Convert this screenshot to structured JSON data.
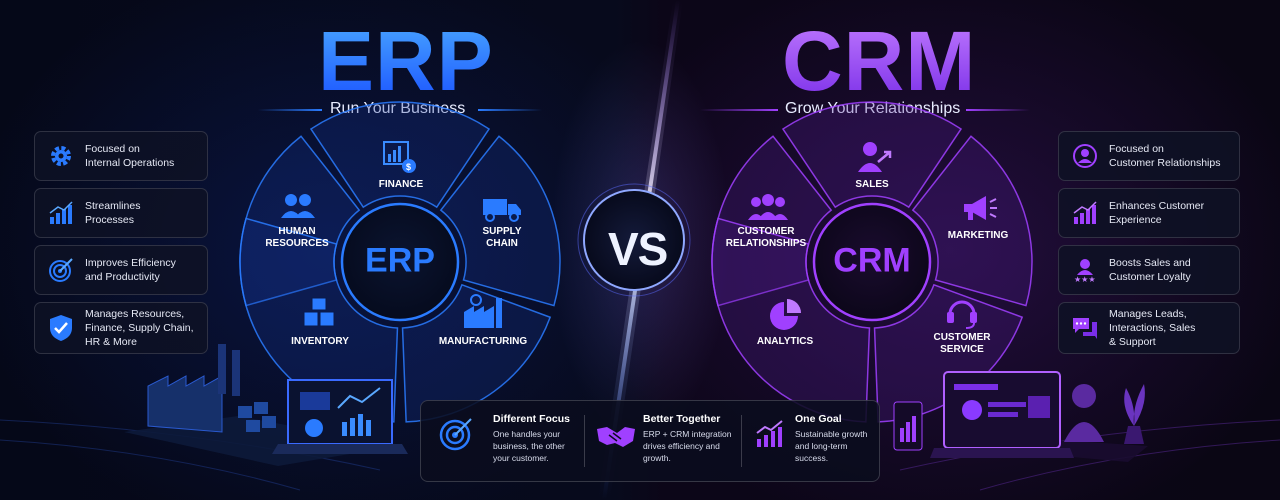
{
  "erp": {
    "title": "ERP",
    "subtitle": "Run Your Business",
    "hub": "ERP",
    "segments": [
      "FINANCE",
      "HUMAN\nRESOURCES",
      "SUPPLY\nCHAIN",
      "INVENTORY",
      "MANUFACTURING"
    ],
    "cards": [
      {
        "icon": "gear-icon",
        "text": "Focused on\nInternal Operations"
      },
      {
        "icon": "bar-chart-icon",
        "text": "Streamlines\nProcesses"
      },
      {
        "icon": "target-icon",
        "text": "Improves Efficiency\nand Productivity"
      },
      {
        "icon": "shield-check-icon",
        "text": "Manages Resources,\nFinance, Supply Chain,\nHR & More"
      }
    ],
    "accent": "#2a7bff"
  },
  "crm": {
    "title": "CRM",
    "subtitle": "Grow Your Relationships",
    "hub": "CRM",
    "segments": [
      "SALES",
      "CUSTOMER\nRELATIONSHIPS",
      "MARKETING",
      "ANALYTICS",
      "CUSTOMER\nSERVICE"
    ],
    "cards": [
      {
        "icon": "person-circle-icon",
        "text": "Focused on\nCustomer Relationships"
      },
      {
        "icon": "bar-chart-icon",
        "text": "Enhances Customer\nExperience"
      },
      {
        "icon": "person-stars-icon",
        "text": "Boosts Sales and\nCustomer Loyalty"
      },
      {
        "icon": "chat-icon",
        "text": "Manages Leads,\nInteractions, Sales\n& Support"
      }
    ],
    "accent": "#a040ff"
  },
  "vs": "VS",
  "bottom": [
    {
      "icon": "target-icon",
      "title": "Different Focus",
      "desc": "One handles your\nbusiness, the other\nyour customer."
    },
    {
      "icon": "handshake-icon",
      "title": "Better Together",
      "desc": "ERP + CRM integration\ndrives efficiency and\ngrowth."
    },
    {
      "icon": "growth-chart-icon",
      "title": "One Goal",
      "desc": "Sustainable growth\nand long-term\nsuccess."
    }
  ]
}
